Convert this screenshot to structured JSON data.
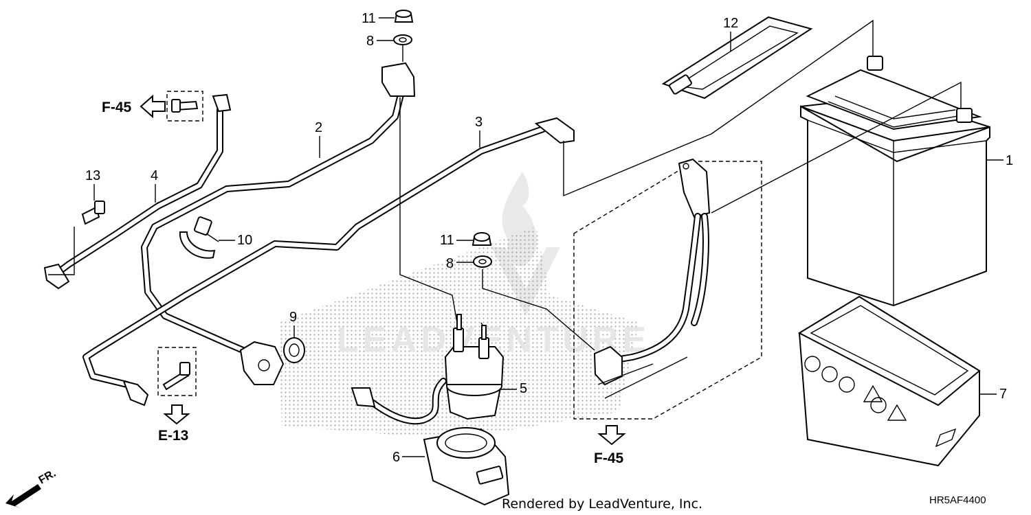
{
  "callouts": {
    "p1": "1",
    "p2": "2",
    "p3": "3",
    "p4": "4",
    "p5": "5",
    "p6": "6",
    "p7": "7",
    "p8a": "8",
    "p8b": "8",
    "p9": "9",
    "p10": "10",
    "p11a": "11",
    "p11b": "11",
    "p12": "12",
    "p13": "13"
  },
  "refs": {
    "f45_top": "F-45",
    "e13": "E-13",
    "f45_bottom": "F-45"
  },
  "watermark": "LEADVENTURE",
  "direction_label": "FR.",
  "credit": "Rendered by LeadVenture, Inc.",
  "diagram_code": "HR5AF4400"
}
